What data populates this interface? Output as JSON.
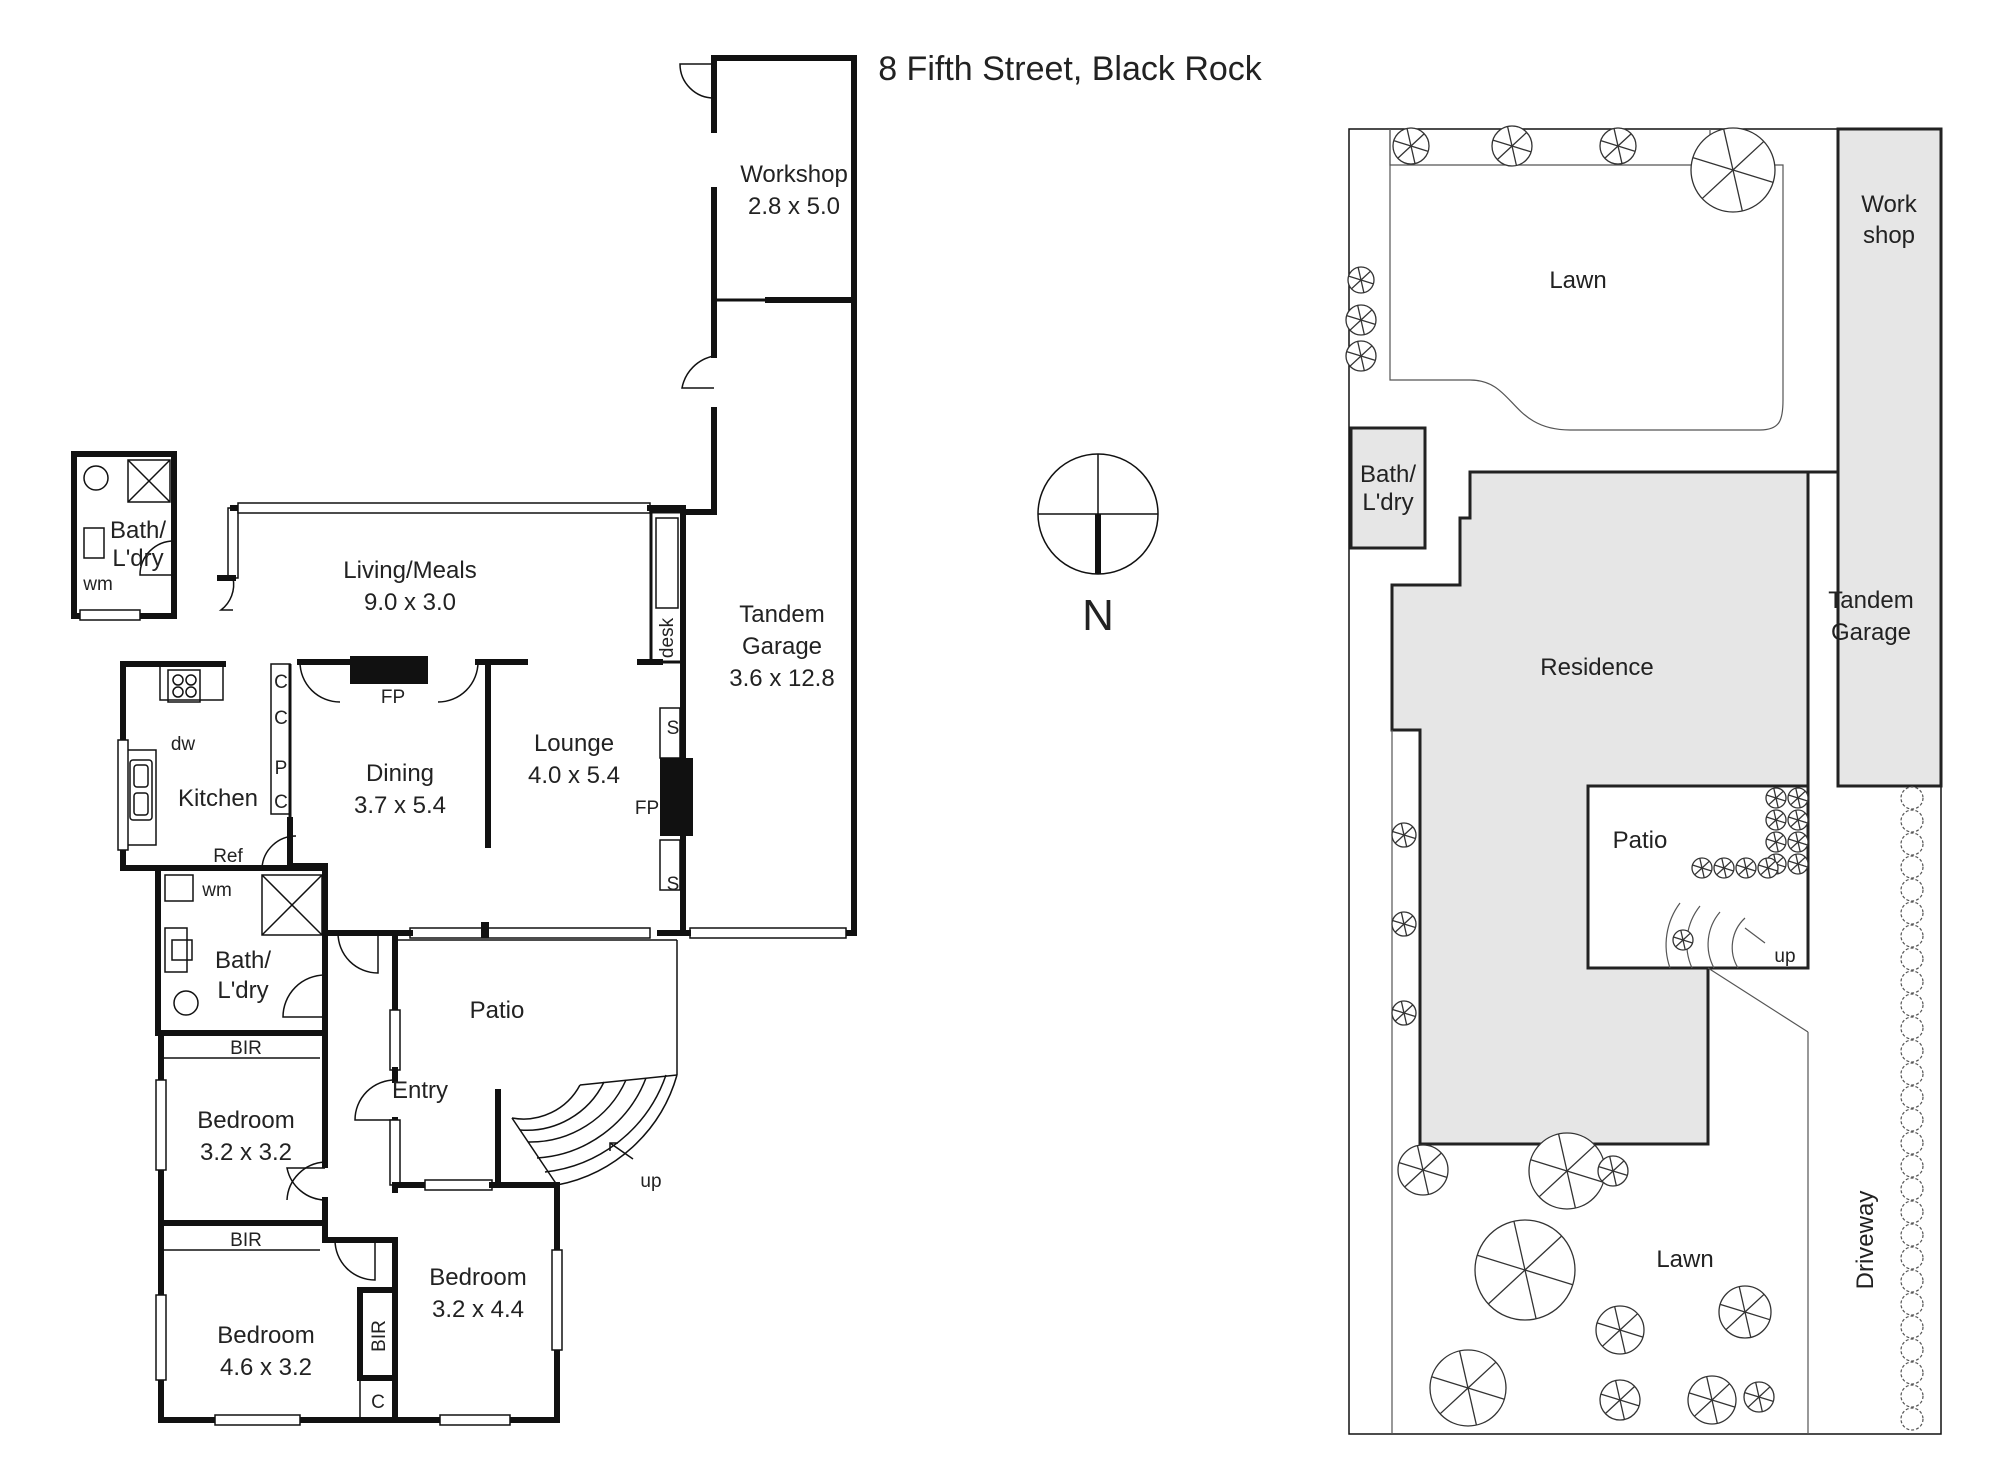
{
  "title": "8 Fifth Street, Black Rock",
  "compass": {
    "label": "N"
  },
  "floor_plan": {
    "rooms": {
      "workshop": {
        "name": "Workshop",
        "size": "2.8 x 5.0"
      },
      "garage": {
        "name1": "Tandem",
        "name2": "Garage",
        "size": "3.6 x 12.8"
      },
      "bath_outer": {
        "name1": "Bath/",
        "name2": "L'dry"
      },
      "living": {
        "name": "Living/Meals",
        "size": "9.0 x 3.0"
      },
      "kitchen": {
        "name": "Kitchen"
      },
      "dining": {
        "name": "Dining",
        "size": "3.7 x 5.4"
      },
      "lounge": {
        "name": "Lounge",
        "size": "4.0 x 5.4"
      },
      "bath_inner": {
        "name1": "Bath/",
        "name2": "L'dry"
      },
      "patio": {
        "name": "Patio"
      },
      "entry": {
        "name": "Entry"
      },
      "bed1": {
        "name": "Bedroom",
        "size": "3.2 x 3.2"
      },
      "bed2": {
        "name": "Bedroom",
        "size": "3.2 x 4.4"
      },
      "bed3": {
        "name": "Bedroom",
        "size": "4.6 x 3.2"
      }
    },
    "fixtures": {
      "wm": "wm",
      "dw": "dw",
      "ref": "Ref",
      "fp": "FP",
      "desk": "desk",
      "s": "S",
      "c": "C",
      "p": "P",
      "bir": "BIR",
      "up": "up"
    }
  },
  "site_plan": {
    "workshop": {
      "line1": "Work",
      "line2": "shop"
    },
    "lawn_back": "Lawn",
    "bath": {
      "line1": "Bath/",
      "line2": "L'dry"
    },
    "residence": "Residence",
    "garage": {
      "line1": "Tandem",
      "line2": "Garage"
    },
    "patio": "Patio",
    "up": "up",
    "lawn_front": "Lawn",
    "driveway": "Driveway"
  }
}
